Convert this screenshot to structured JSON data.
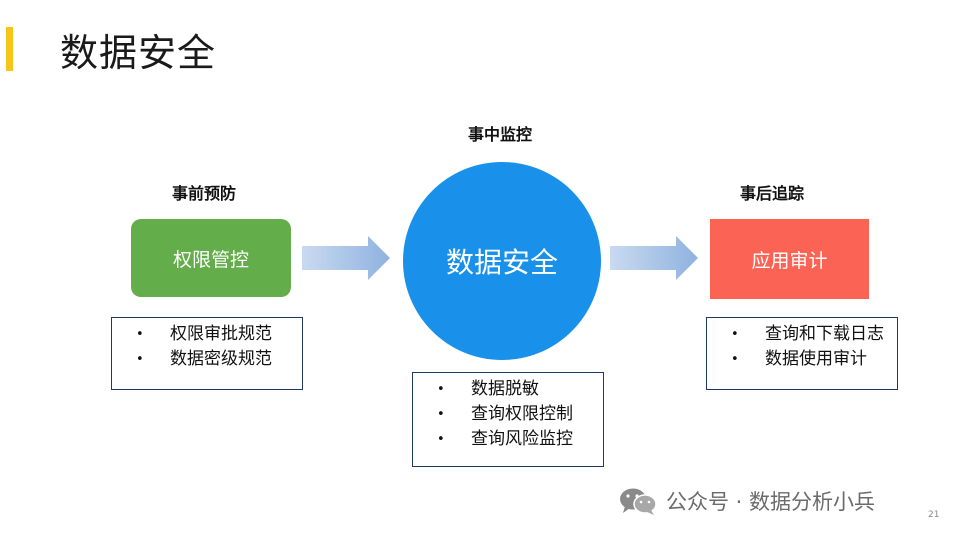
{
  "slide": {
    "title": "数据安全",
    "accent_color": "#f5c518",
    "page_number": "21"
  },
  "stages": {
    "pre": {
      "label": "事前预防",
      "box_text": "权限管控",
      "box_color": "#64ad4b",
      "items": [
        "权限审批规范",
        "数据密级规范"
      ]
    },
    "mid": {
      "label": "事中监控",
      "circle_text": "数据安全",
      "circle_color": "#1991ea",
      "items": [
        "数据脱敏",
        "查询权限控制",
        "查询风险监控"
      ]
    },
    "post": {
      "label": "事后追踪",
      "box_text": "应用审计",
      "box_color": "#fb6455",
      "items": [
        "查询和下载日志",
        "数据使用审计"
      ]
    }
  },
  "bullet_char": "•",
  "watermark": {
    "icon": "wechat-icon",
    "text": "公众号 · 数据分析小兵"
  }
}
